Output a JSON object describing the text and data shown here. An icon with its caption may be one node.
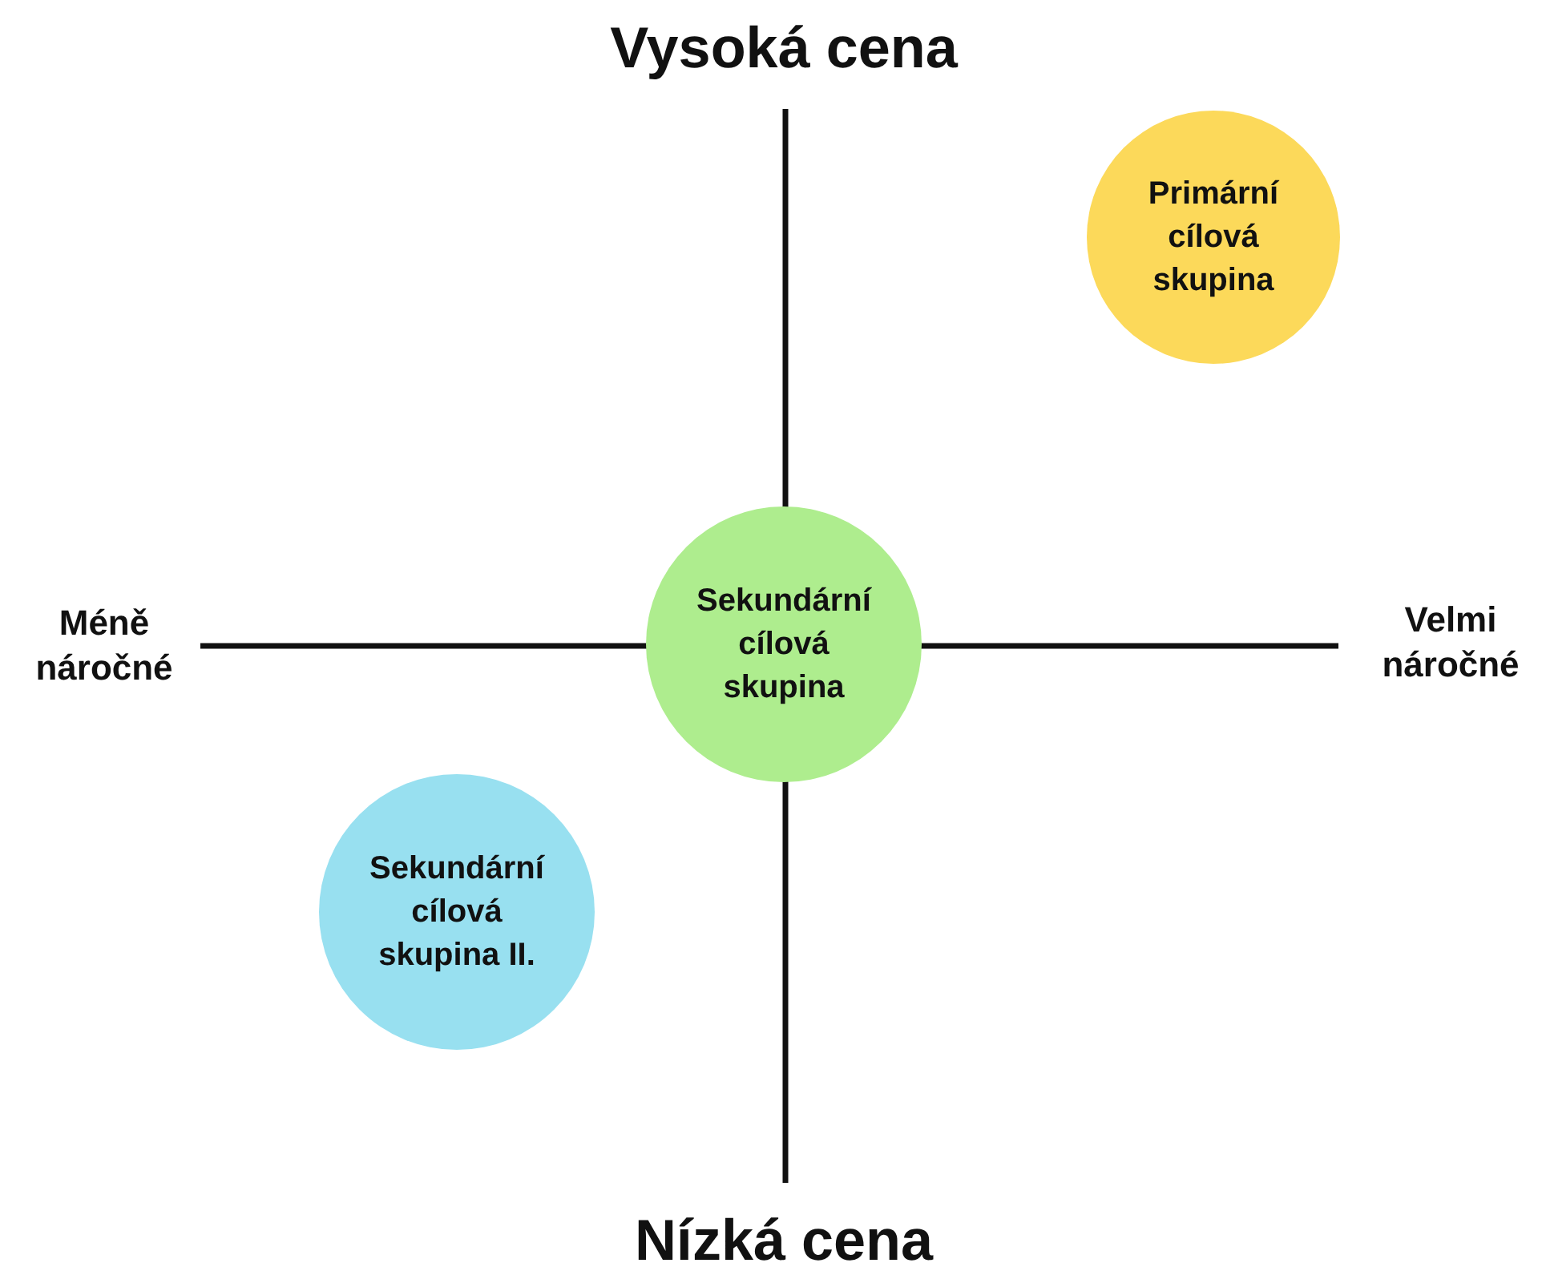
{
  "diagram": {
    "nodes": [
      {
        "text": [
          "Primární cílová skupina"
        ]
      },
      {
        "text": [
          "Sekundární cílová skupina"
        ]
      },
      {
        "text": [
          "Sekundární cílová skupina II."
        ]
      }
    ],
    "labels": [
      "Vysoká cena",
      "Méně náročné",
      "Velmi náročné",
      "Nízká cena"
    ]
  }
}
